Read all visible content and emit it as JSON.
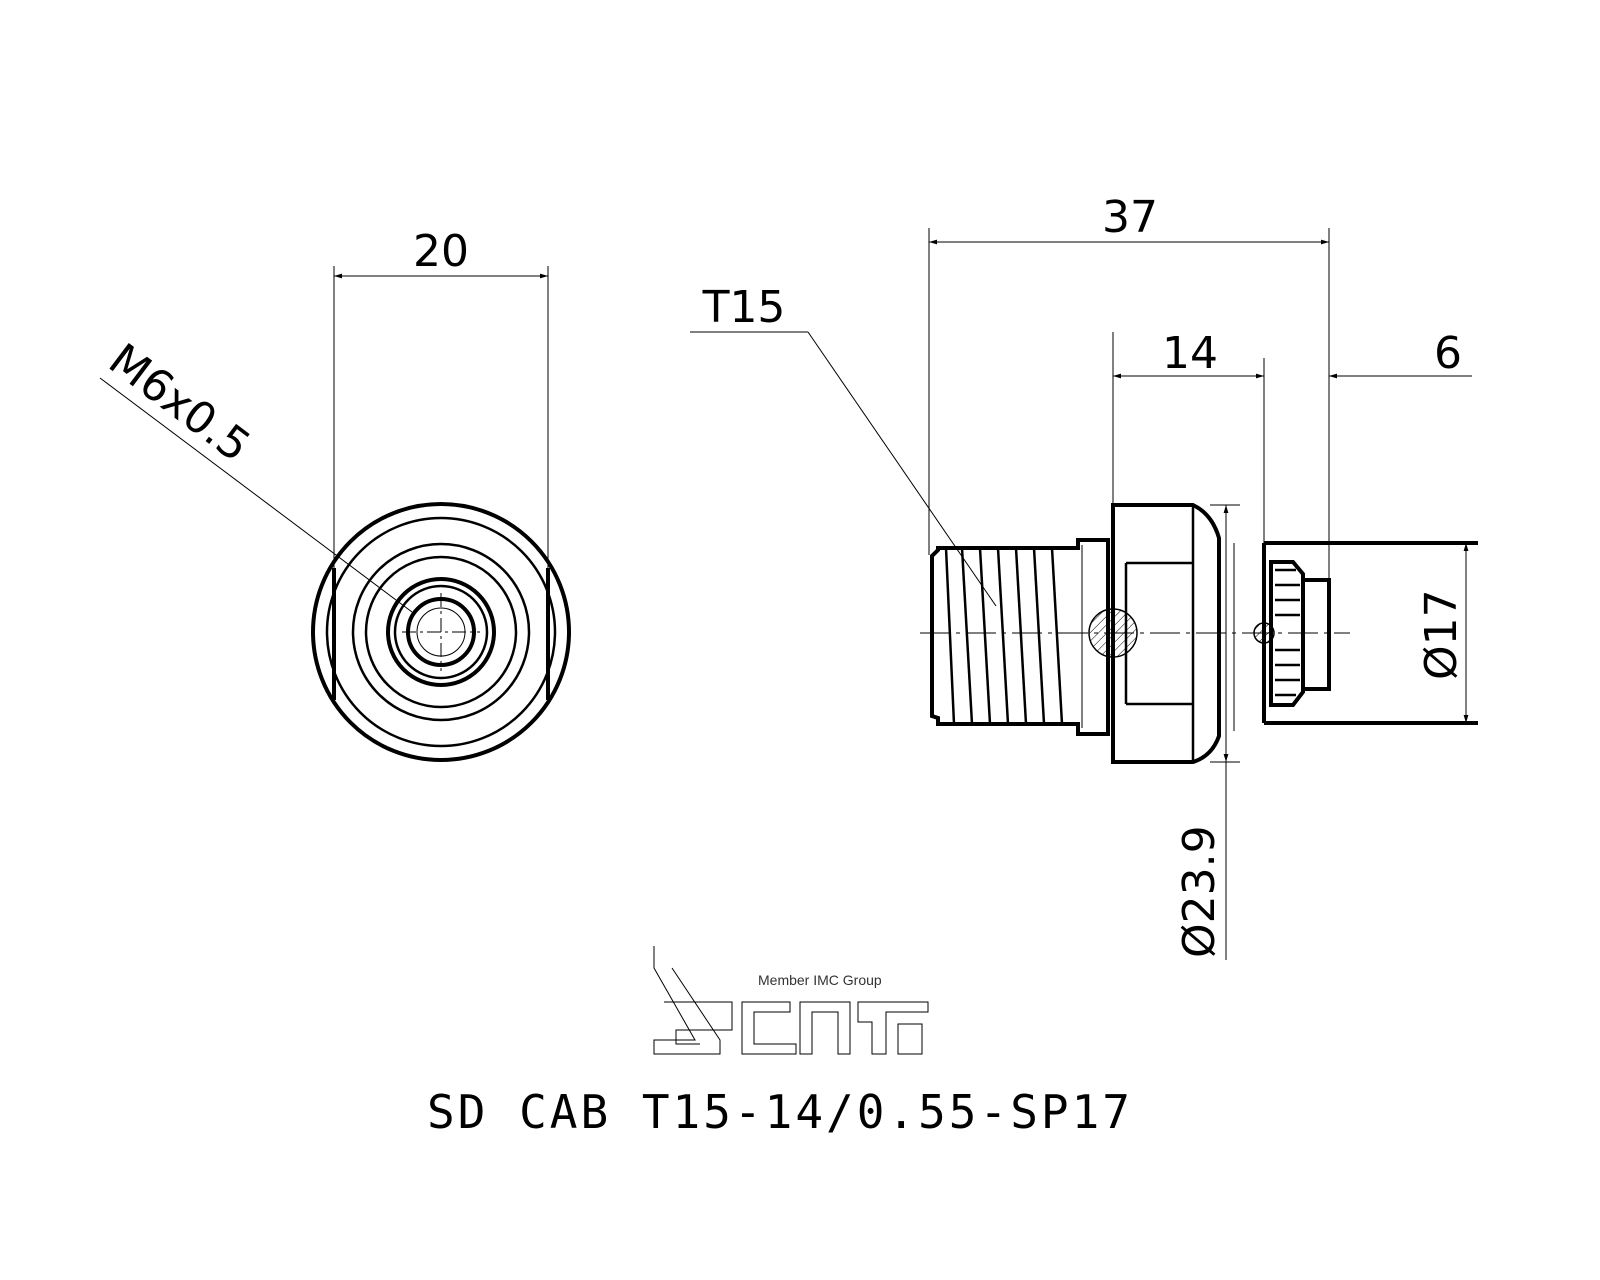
{
  "dimensions": {
    "front_width": "20",
    "thread": "M6x0.5",
    "overall_length": "37",
    "torx": "T15",
    "head_length": "14",
    "tip_length": "6",
    "tip_diameter": "Ø17",
    "body_diameter": "Ø23.9"
  },
  "logo": {
    "brand": "iscar",
    "tagline": "Member IMC Group"
  },
  "part_number": "SD CAB T15-14/0.55-SP17"
}
